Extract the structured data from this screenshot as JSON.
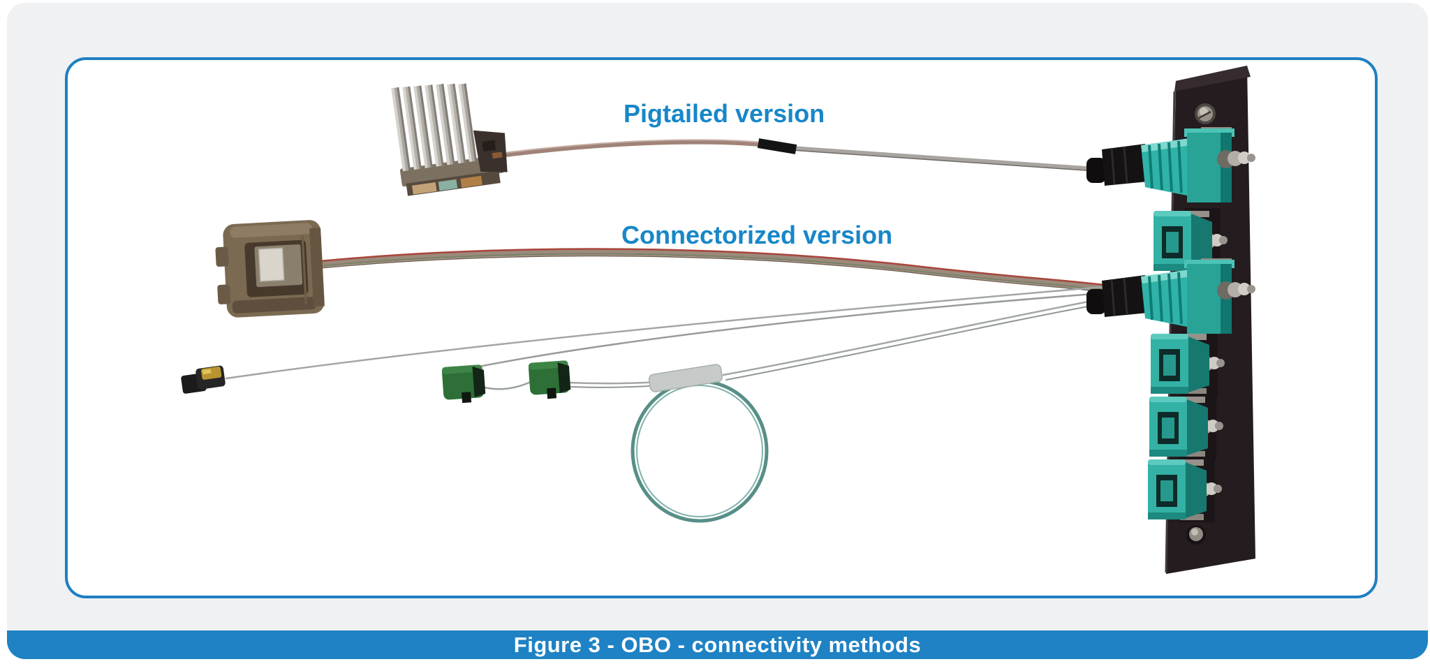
{
  "figure": {
    "labels": {
      "pigtailed": "Pigtailed version",
      "connectorized": "Connectorized version"
    },
    "caption": "Figure 3 - OBO - connectivity methods"
  },
  "colors": {
    "label_blue": "#1787c8",
    "caption_bar_blue": "#1e82c4",
    "frame_border_blue": "#1e7fc1",
    "page_gray": "#eff1f3",
    "panel_black": "#241c1f",
    "connector_teal": "#2fb3a9",
    "adapter_teal_dark": "#17786f",
    "splice_green": "#2d6f36",
    "ribbon_brown": "#9b8a7c",
    "ribbon_stripe_red": "#a8453c",
    "fiber_gray": "#a2a7a6",
    "loop_teal": "#578f88"
  },
  "components": {
    "panel": "backplane-panel-with-adapters",
    "pigtailed_module": "heatsink-obo-module",
    "pigtail_cable": "pigtail-ribbon-with-splice-mark",
    "connectorized_plug": "mt-ferrule-connector",
    "connectorized_cable": "striped-ribbon-cable",
    "fan_out": "bare-fiber-fan-out",
    "splices": "green-fiber-splice-protectors",
    "loop": "coiled-fiber-loop",
    "mini_plug": "mini-fiber-connector"
  }
}
